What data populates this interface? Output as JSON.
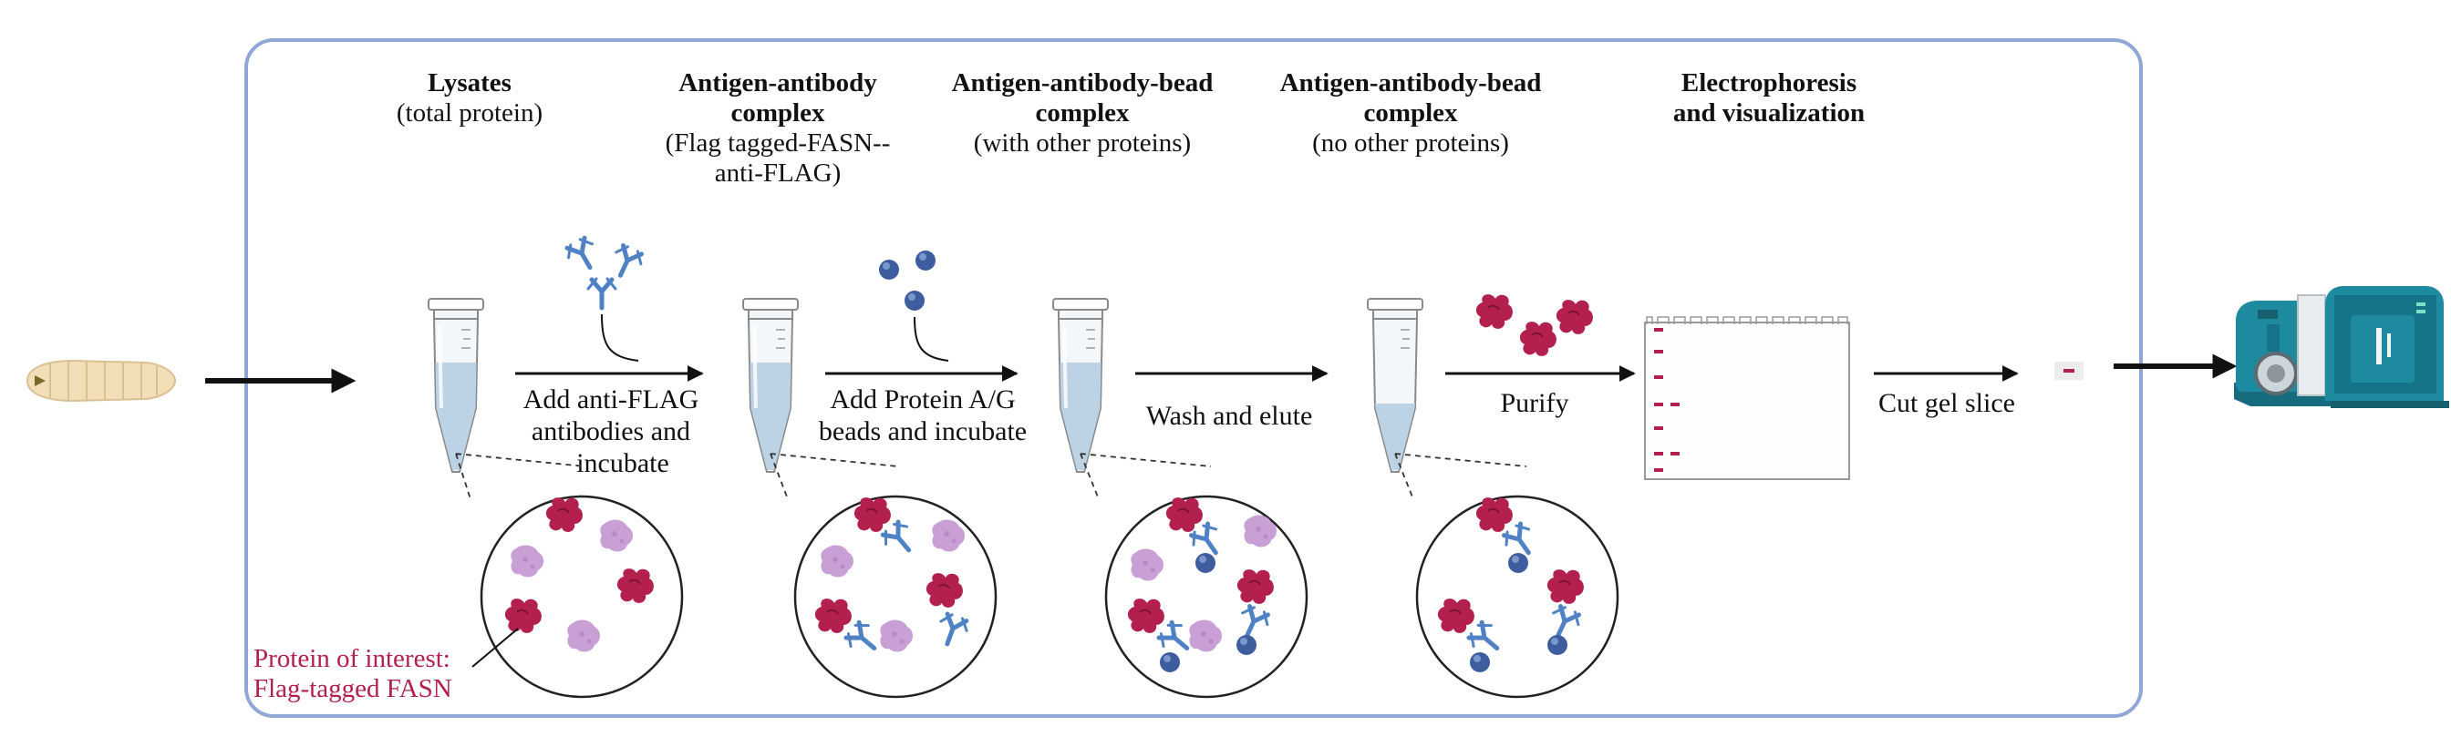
{
  "steps": [
    {
      "title": [
        "Lysates"
      ],
      "subtitle": [
        "(total protein)"
      ]
    },
    {
      "title": [
        "Antigen-antibody",
        "complex"
      ],
      "subtitle": [
        "(Flag tagged-FASN--",
        "anti-FLAG)"
      ]
    },
    {
      "title": [
        "Antigen-antibody-bead",
        "complex"
      ],
      "subtitle": [
        "(with other proteins)"
      ]
    },
    {
      "title": [
        "Antigen-antibody-bead",
        "complex"
      ],
      "subtitle": [
        "(no other proteins)"
      ]
    },
    {
      "title": [
        "Electrophoresis",
        "and visualization"
      ],
      "subtitle": []
    }
  ],
  "actions": [
    [
      "Add anti-FLAG",
      "antibodies and",
      "incubate"
    ],
    [
      "Add Protein A/G",
      "beads and incubate"
    ],
    [
      "Wash and elute"
    ],
    [
      "Purify"
    ],
    [
      "Cut gel slice"
    ]
  ],
  "protein_of_interest": [
    "Protein of interest:",
    "Flag-tagged FASN"
  ],
  "colors": {
    "frame": "#8fa6d6",
    "target_protein": "#b3204e",
    "other_protein": "#c9a0d6",
    "antibody": "#4f82c4",
    "bead": "#3d5d9e",
    "tube_liquid": "#bcd3e6",
    "instrument": "#1e8aa0"
  },
  "icons": [
    "larva-icon",
    "tube-icon",
    "antibody-icon",
    "bead-icon",
    "protein-icon",
    "gel-icon",
    "mass-spectrometer-icon"
  ]
}
